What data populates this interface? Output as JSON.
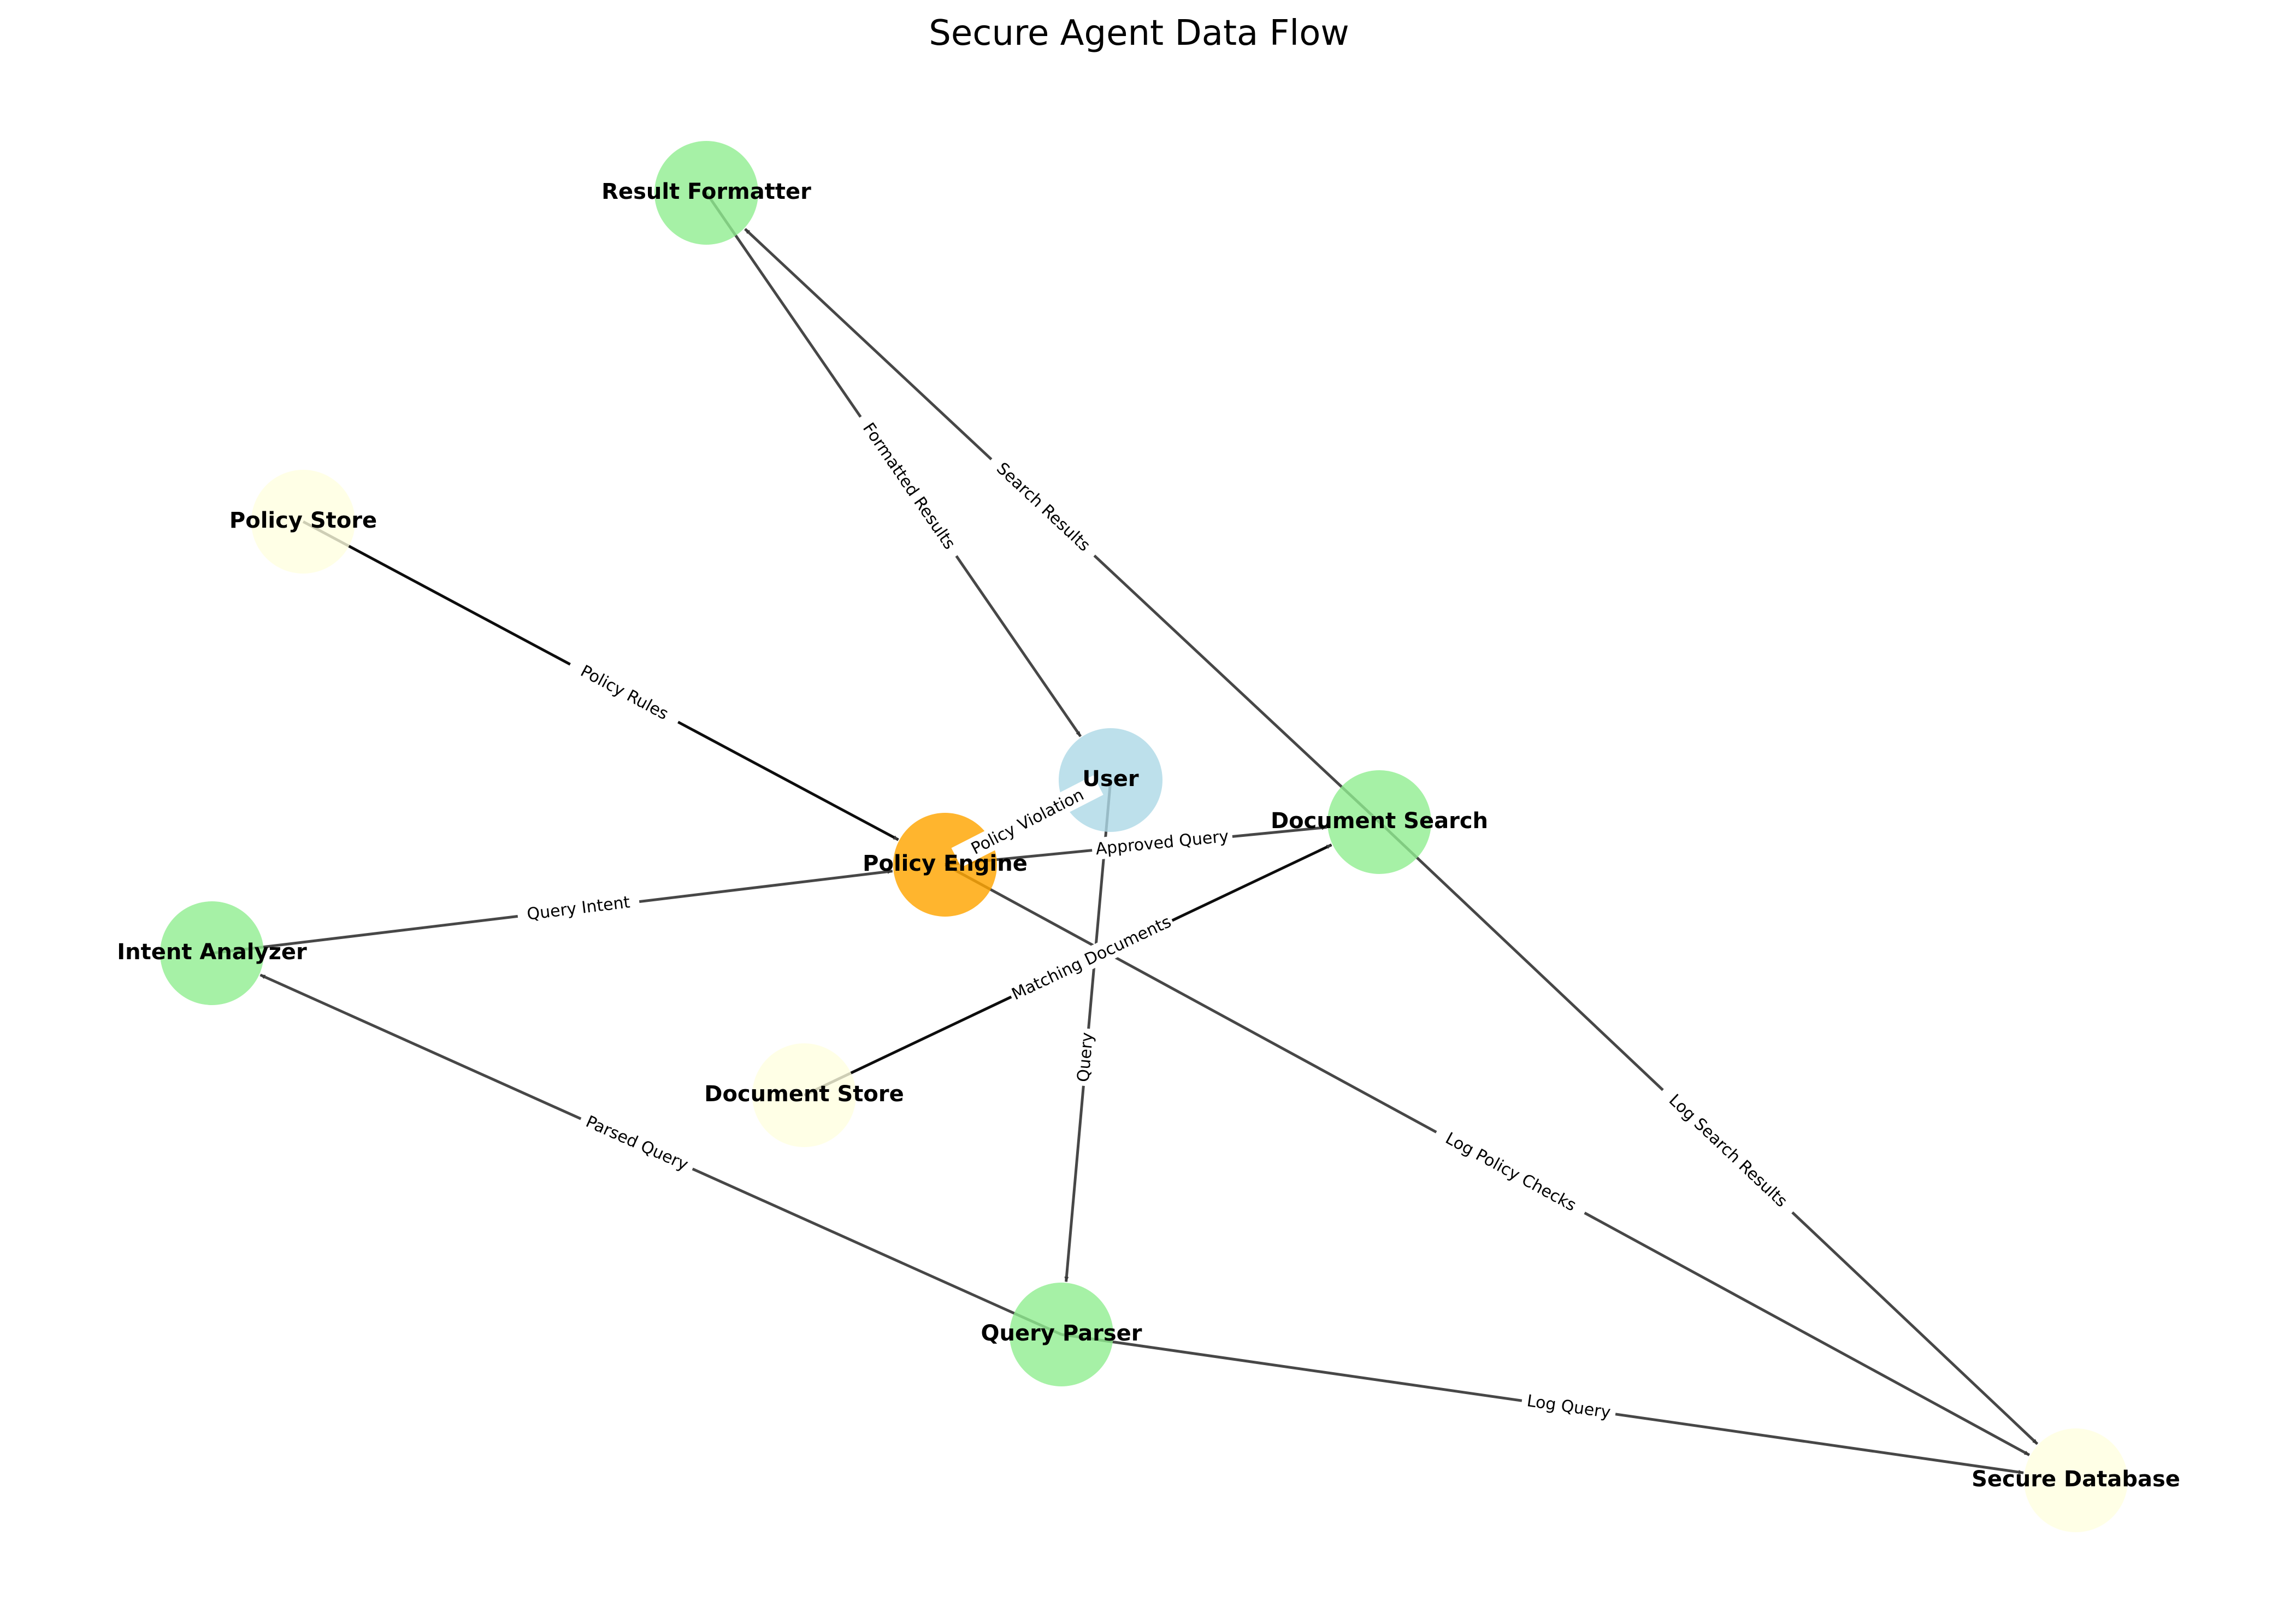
{
  "title": "Secure Agent Data Flow",
  "nodes": [
    {
      "id": "user",
      "label": "User",
      "type": "user",
      "color": "#add8e6"
    },
    {
      "id": "query_parser",
      "label": "Query Parser",
      "type": "process",
      "color": "#90ee90"
    },
    {
      "id": "intent_analyzer",
      "label": "Intent Analyzer",
      "type": "process",
      "color": "#90ee90"
    },
    {
      "id": "policy_engine",
      "label": "Policy Engine",
      "type": "policy",
      "color": "#ffa500"
    },
    {
      "id": "document_search",
      "label": "Document Search",
      "type": "process",
      "color": "#90ee90"
    },
    {
      "id": "result_formatter",
      "label": "Result Formatter",
      "type": "process",
      "color": "#90ee90"
    },
    {
      "id": "policy_store",
      "label": "Policy Store",
      "type": "storage",
      "color": "#ffffe0"
    },
    {
      "id": "document_store",
      "label": "Document Store",
      "type": "storage",
      "color": "#ffffe0"
    },
    {
      "id": "secure_database",
      "label": "Secure Database",
      "type": "storage",
      "color": "#ffffe0"
    }
  ],
  "edges": [
    {
      "id": "e1",
      "source": "user",
      "target": "query_parser",
      "label": "Query"
    },
    {
      "id": "e2",
      "source": "query_parser",
      "target": "intent_analyzer",
      "label": "Parsed Query"
    },
    {
      "id": "e3",
      "source": "intent_analyzer",
      "target": "policy_engine",
      "label": "Query Intent"
    },
    {
      "id": "e4",
      "source": "policy_engine",
      "target": "document_search",
      "label": "Approved Query"
    },
    {
      "id": "e5",
      "source": "policy_engine",
      "target": "user",
      "label": "Policy Violation"
    },
    {
      "id": "e6",
      "source": "policy_store",
      "target": "policy_engine",
      "label": "Policy Rules"
    },
    {
      "id": "e7",
      "source": "document_store",
      "target": "document_search",
      "label": "Matching Documents"
    },
    {
      "id": "e8",
      "source": "document_search",
      "target": "result_formatter",
      "label": "Search Results"
    },
    {
      "id": "e9",
      "source": "result_formatter",
      "target": "user",
      "label": "Formatted Results"
    },
    {
      "id": "e10",
      "source": "query_parser",
      "target": "secure_database",
      "label": "Log Query"
    },
    {
      "id": "e11",
      "source": "policy_engine",
      "target": "secure_database",
      "label": "Log Policy Checks"
    },
    {
      "id": "e12",
      "source": "document_search",
      "target": "secure_database",
      "label": "Log Search Results"
    }
  ]
}
